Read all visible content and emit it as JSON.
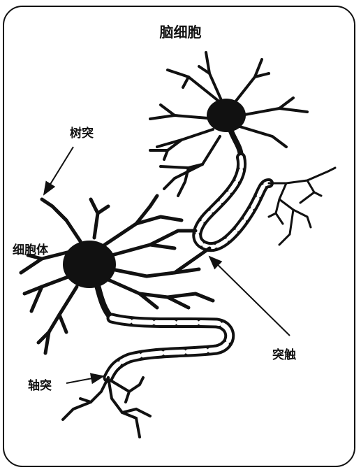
{
  "title": "脑细胞",
  "labels": {
    "dendrite": "树突",
    "soma": "细胞体",
    "synapse": "突触",
    "axon": "轴突"
  },
  "colors": {
    "ink": "#111111",
    "background": "#ffffff"
  }
}
